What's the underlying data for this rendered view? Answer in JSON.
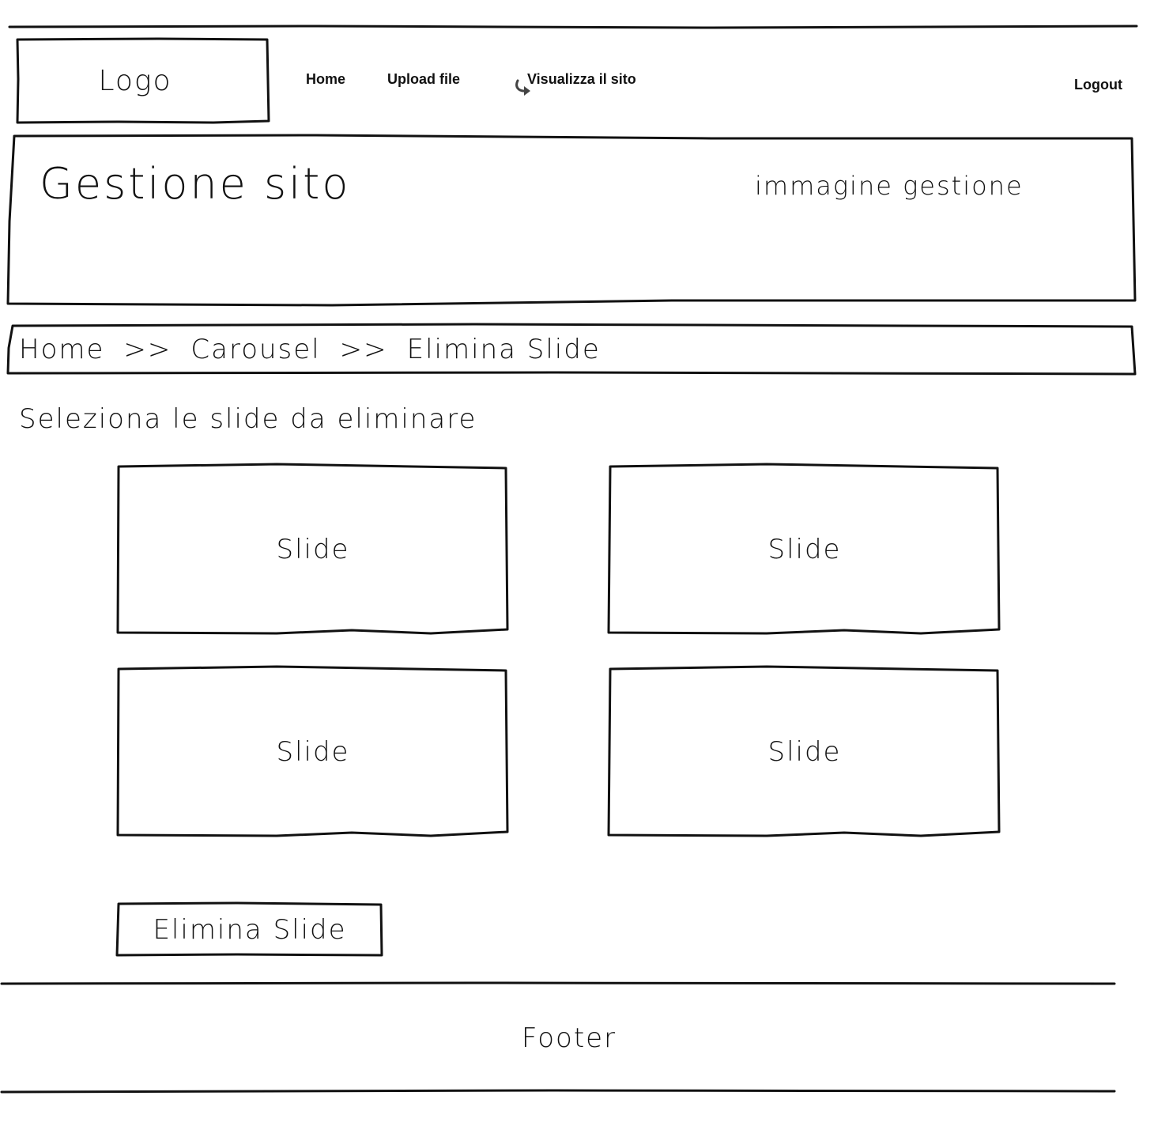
{
  "header": {
    "logo_text": "Logo",
    "nav": [
      {
        "label": "Home"
      },
      {
        "label": "Upload file"
      },
      {
        "label": "Visualizza il sito",
        "icon": "redo-arrow-icon"
      }
    ],
    "logout_label": "Logout"
  },
  "banner": {
    "title": "Gestione sito",
    "image_label": "immagine gestione"
  },
  "breadcrumb": {
    "items": [
      "Home",
      "Carousel",
      "Elimina Slide"
    ],
    "separator": ">>"
  },
  "main": {
    "instruction": "Seleziona le slide da eliminare",
    "slides": [
      {
        "label": "Slide"
      },
      {
        "label": "Slide"
      },
      {
        "label": "Slide"
      },
      {
        "label": "Slide"
      }
    ],
    "delete_button_label": "Elimina Slide"
  },
  "footer": {
    "text": "Footer"
  }
}
